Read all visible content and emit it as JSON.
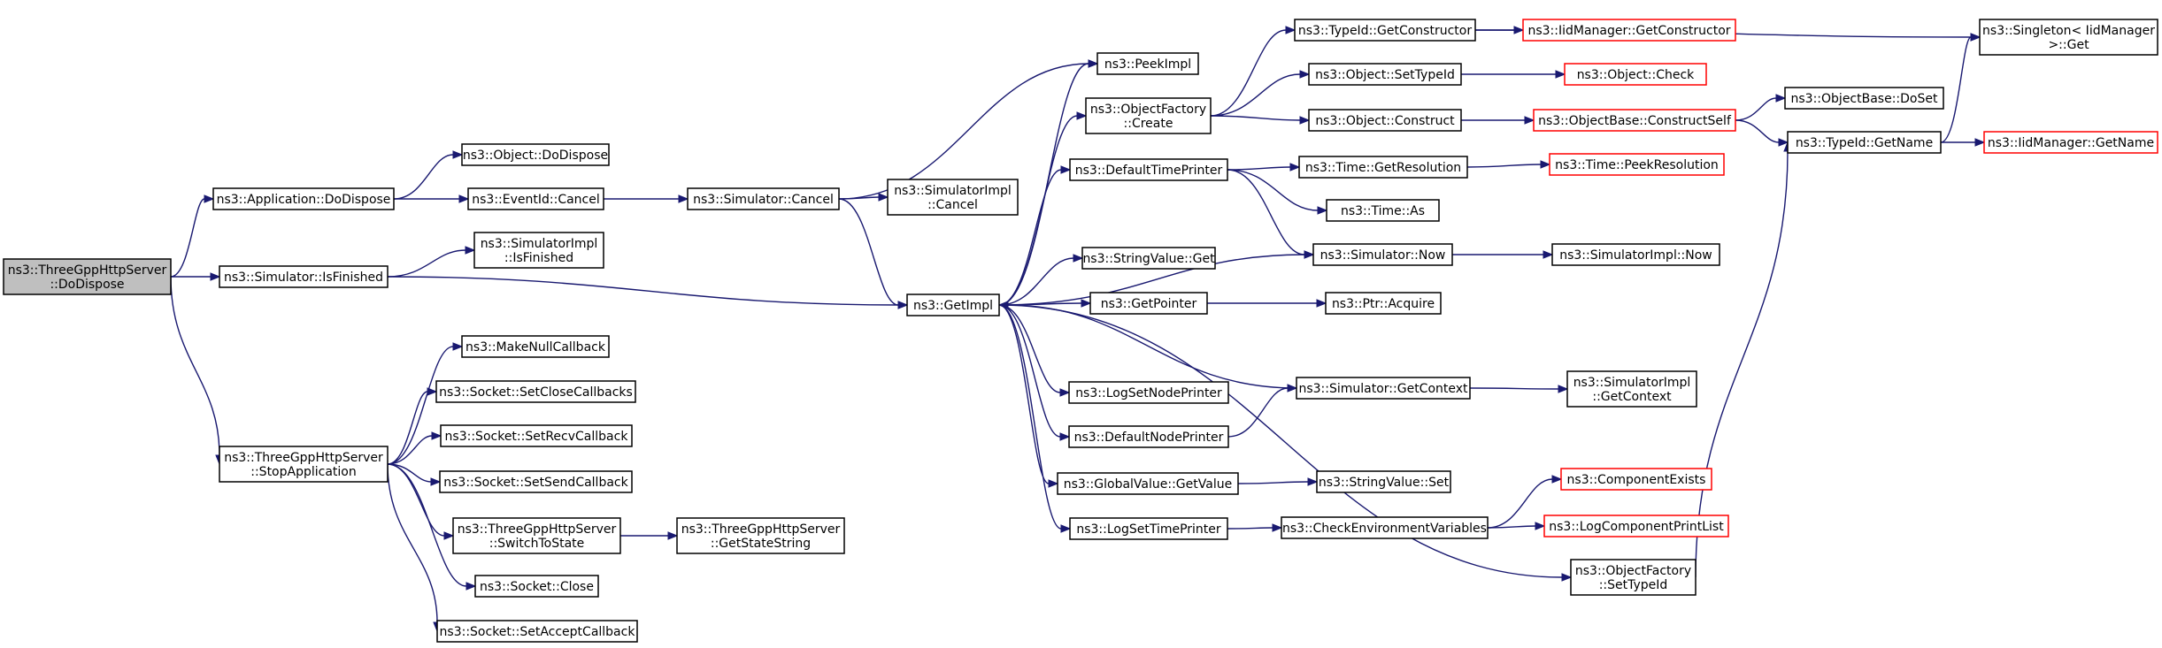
{
  "colors": {
    "edge": "#191970",
    "node_border": "#000000",
    "node_border_truncated": "#ff0000",
    "node_fill": "#ffffff",
    "root_fill": "#bfbfbf"
  },
  "nodes": [
    {
      "id": "root",
      "lines": [
        "ns3::ThreeGppHttpServer",
        "::DoDispose"
      ],
      "style": "root"
    },
    {
      "id": "app_dodispose",
      "lines": [
        "ns3::Application::DoDispose"
      ],
      "style": "normal"
    },
    {
      "id": "obj_dodispose",
      "lines": [
        "ns3::Object::DoDispose"
      ],
      "style": "normal"
    },
    {
      "id": "eventid_cancel",
      "lines": [
        "ns3::EventId::Cancel"
      ],
      "style": "normal"
    },
    {
      "id": "sim_cancel",
      "lines": [
        "ns3::Simulator::Cancel"
      ],
      "style": "normal"
    },
    {
      "id": "simimpl_cancel",
      "lines": [
        "ns3::SimulatorImpl",
        "::Cancel"
      ],
      "style": "normal"
    },
    {
      "id": "sim_isfinished",
      "lines": [
        "ns3::Simulator::IsFinished"
      ],
      "style": "normal"
    },
    {
      "id": "simimpl_isfinished",
      "lines": [
        "ns3::SimulatorImpl",
        "::IsFinished"
      ],
      "style": "normal"
    },
    {
      "id": "getimpl",
      "lines": [
        "ns3::GetImpl"
      ],
      "style": "normal"
    },
    {
      "id": "peekimpl",
      "lines": [
        "ns3::PeekImpl"
      ],
      "style": "normal"
    },
    {
      "id": "objfactory_create",
      "lines": [
        "ns3::ObjectFactory",
        "::Create"
      ],
      "style": "normal"
    },
    {
      "id": "typeid_getconstructor",
      "lines": [
        "ns3::TypeId::GetConstructor"
      ],
      "style": "normal"
    },
    {
      "id": "iidmgr_getconstructor",
      "lines": [
        "ns3::IidManager::GetConstructor"
      ],
      "style": "truncated"
    },
    {
      "id": "singleton_get",
      "lines": [
        "ns3::Singleton< IidManager",
        " >::Get"
      ],
      "style": "normal"
    },
    {
      "id": "obj_settypeid",
      "lines": [
        "ns3::Object::SetTypeId"
      ],
      "style": "normal"
    },
    {
      "id": "obj_check",
      "lines": [
        "ns3::Object::Check"
      ],
      "style": "truncated"
    },
    {
      "id": "obj_construct",
      "lines": [
        "ns3::Object::Construct"
      ],
      "style": "normal"
    },
    {
      "id": "objbase_constructself",
      "lines": [
        "ns3::ObjectBase::ConstructSelf"
      ],
      "style": "truncated"
    },
    {
      "id": "objbase_doset",
      "lines": [
        "ns3::ObjectBase::DoSet"
      ],
      "style": "normal"
    },
    {
      "id": "typeid_getname",
      "lines": [
        "ns3::TypeId::GetName"
      ],
      "style": "normal"
    },
    {
      "id": "iidmgr_getname",
      "lines": [
        "ns3::IidManager::GetName"
      ],
      "style": "truncated"
    },
    {
      "id": "defaulttimeprinter",
      "lines": [
        "ns3::DefaultTimePrinter"
      ],
      "style": "normal"
    },
    {
      "id": "time_getresolution",
      "lines": [
        "ns3::Time::GetResolution"
      ],
      "style": "normal"
    },
    {
      "id": "time_peekresolution",
      "lines": [
        "ns3::Time::PeekResolution"
      ],
      "style": "truncated"
    },
    {
      "id": "time_as",
      "lines": [
        "ns3::Time::As"
      ],
      "style": "normal"
    },
    {
      "id": "sim_now",
      "lines": [
        "ns3::Simulator::Now"
      ],
      "style": "normal"
    },
    {
      "id": "simimpl_now",
      "lines": [
        "ns3::SimulatorImpl::Now"
      ],
      "style": "normal"
    },
    {
      "id": "stringvalue_get",
      "lines": [
        "ns3::StringValue::Get"
      ],
      "style": "normal"
    },
    {
      "id": "getpointer",
      "lines": [
        "ns3::GetPointer"
      ],
      "style": "normal"
    },
    {
      "id": "ptr_acquire",
      "lines": [
        "ns3::Ptr::Acquire"
      ],
      "style": "normal"
    },
    {
      "id": "logsetnodeprinter",
      "lines": [
        "ns3::LogSetNodePrinter"
      ],
      "style": "normal"
    },
    {
      "id": "sim_getcontext",
      "lines": [
        "ns3::Simulator::GetContext"
      ],
      "style": "normal"
    },
    {
      "id": "simimpl_getcontext",
      "lines": [
        "ns3::SimulatorImpl",
        "::GetContext"
      ],
      "style": "normal"
    },
    {
      "id": "defaultnodeprinter",
      "lines": [
        "ns3::DefaultNodePrinter"
      ],
      "style": "normal"
    },
    {
      "id": "globalvalue_getvalue",
      "lines": [
        "ns3::GlobalValue::GetValue"
      ],
      "style": "normal"
    },
    {
      "id": "stringvalue_set",
      "lines": [
        "ns3::StringValue::Set"
      ],
      "style": "normal"
    },
    {
      "id": "componentexists",
      "lines": [
        "ns3::ComponentExists"
      ],
      "style": "truncated"
    },
    {
      "id": "logsettimeprinter",
      "lines": [
        "ns3::LogSetTimePrinter"
      ],
      "style": "normal"
    },
    {
      "id": "checkenvvars",
      "lines": [
        "ns3::CheckEnvironmentVariables"
      ],
      "style": "normal"
    },
    {
      "id": "logcomponentprintlist",
      "lines": [
        "ns3::LogComponentPrintList"
      ],
      "style": "truncated"
    },
    {
      "id": "objfactory_settypeid",
      "lines": [
        "ns3::ObjectFactory",
        "::SetTypeId"
      ],
      "style": "normal"
    },
    {
      "id": "stopapplication",
      "lines": [
        "ns3::ThreeGppHttpServer",
        "::StopApplication"
      ],
      "style": "normal"
    },
    {
      "id": "makenullcallback",
      "lines": [
        "ns3::MakeNullCallback"
      ],
      "style": "normal"
    },
    {
      "id": "socket_setclosecallbacks",
      "lines": [
        "ns3::Socket::SetCloseCallbacks"
      ],
      "style": "normal"
    },
    {
      "id": "socket_setrecvcallback",
      "lines": [
        "ns3::Socket::SetRecvCallback"
      ],
      "style": "normal"
    },
    {
      "id": "socket_setsendcallback",
      "lines": [
        "ns3::Socket::SetSendCallback"
      ],
      "style": "normal"
    },
    {
      "id": "switchtostate",
      "lines": [
        "ns3::ThreeGppHttpServer",
        "::SwitchToState"
      ],
      "style": "normal"
    },
    {
      "id": "getstatestring",
      "lines": [
        "ns3::ThreeGppHttpServer",
        "::GetStateString"
      ],
      "style": "normal"
    },
    {
      "id": "socket_close",
      "lines": [
        "ns3::Socket::Close"
      ],
      "style": "normal"
    },
    {
      "id": "socket_setacceptcallback",
      "lines": [
        "ns3::Socket::SetAcceptCallback"
      ],
      "style": "normal"
    }
  ],
  "edges": [
    {
      "from": "root",
      "to": "app_dodispose"
    },
    {
      "from": "root",
      "to": "sim_isfinished"
    },
    {
      "from": "root",
      "to": "stopapplication"
    },
    {
      "from": "app_dodispose",
      "to": "obj_dodispose"
    },
    {
      "from": "app_dodispose",
      "to": "eventid_cancel"
    },
    {
      "from": "eventid_cancel",
      "to": "sim_cancel"
    },
    {
      "from": "sim_cancel",
      "to": "simimpl_cancel"
    },
    {
      "from": "sim_cancel",
      "to": "getimpl"
    },
    {
      "from": "sim_cancel",
      "to": "peekimpl"
    },
    {
      "from": "sim_isfinished",
      "to": "simimpl_isfinished"
    },
    {
      "from": "sim_isfinished",
      "to": "getimpl"
    },
    {
      "from": "getimpl",
      "to": "peekimpl"
    },
    {
      "from": "getimpl",
      "to": "objfactory_create"
    },
    {
      "from": "getimpl",
      "to": "defaulttimeprinter"
    },
    {
      "from": "getimpl",
      "to": "sim_now"
    },
    {
      "from": "getimpl",
      "to": "stringvalue_get"
    },
    {
      "from": "getimpl",
      "to": "getpointer"
    },
    {
      "from": "getimpl",
      "to": "logsetnodeprinter"
    },
    {
      "from": "getimpl",
      "to": "defaultnodeprinter"
    },
    {
      "from": "getimpl",
      "to": "globalvalue_getvalue"
    },
    {
      "from": "getimpl",
      "to": "logsettimeprinter"
    },
    {
      "from": "getimpl",
      "to": "objfactory_settypeid"
    },
    {
      "from": "sim_getcontext",
      "to": "getimpl"
    },
    {
      "from": "objfactory_create",
      "to": "typeid_getconstructor"
    },
    {
      "from": "objfactory_create",
      "to": "obj_settypeid"
    },
    {
      "from": "objfactory_create",
      "to": "obj_construct"
    },
    {
      "from": "typeid_getconstructor",
      "to": "iidmgr_getconstructor"
    },
    {
      "from": "typeid_getconstructor",
      "to": "singleton_get"
    },
    {
      "from": "obj_settypeid",
      "to": "obj_check"
    },
    {
      "from": "obj_construct",
      "to": "objbase_constructself"
    },
    {
      "from": "objbase_constructself",
      "to": "objbase_doset"
    },
    {
      "from": "objbase_constructself",
      "to": "typeid_getname"
    },
    {
      "from": "typeid_getname",
      "to": "singleton_get"
    },
    {
      "from": "typeid_getname",
      "to": "iidmgr_getname"
    },
    {
      "from": "defaulttimeprinter",
      "to": "time_getresolution"
    },
    {
      "from": "defaulttimeprinter",
      "to": "time_as"
    },
    {
      "from": "defaulttimeprinter",
      "to": "sim_now"
    },
    {
      "from": "time_getresolution",
      "to": "time_peekresolution"
    },
    {
      "from": "sim_now",
      "to": "simimpl_now"
    },
    {
      "from": "getpointer",
      "to": "ptr_acquire"
    },
    {
      "from": "defaultnodeprinter",
      "to": "sim_getcontext"
    },
    {
      "from": "sim_getcontext",
      "to": "simimpl_getcontext"
    },
    {
      "from": "globalvalue_getvalue",
      "to": "stringvalue_set"
    },
    {
      "from": "logsettimeprinter",
      "to": "checkenvvars"
    },
    {
      "from": "checkenvvars",
      "to": "componentexists"
    },
    {
      "from": "checkenvvars",
      "to": "logcomponentprintlist"
    },
    {
      "from": "objfactory_settypeid",
      "to": "typeid_getname"
    },
    {
      "from": "stopapplication",
      "to": "makenullcallback"
    },
    {
      "from": "stopapplication",
      "to": "socket_setclosecallbacks"
    },
    {
      "from": "stopapplication",
      "to": "socket_setrecvcallback"
    },
    {
      "from": "stopapplication",
      "to": "socket_setsendcallback"
    },
    {
      "from": "stopapplication",
      "to": "switchtostate"
    },
    {
      "from": "stopapplication",
      "to": "socket_close"
    },
    {
      "from": "stopapplication",
      "to": "socket_setacceptcallback"
    },
    {
      "from": "switchtostate",
      "to": "getstatestring"
    }
  ]
}
